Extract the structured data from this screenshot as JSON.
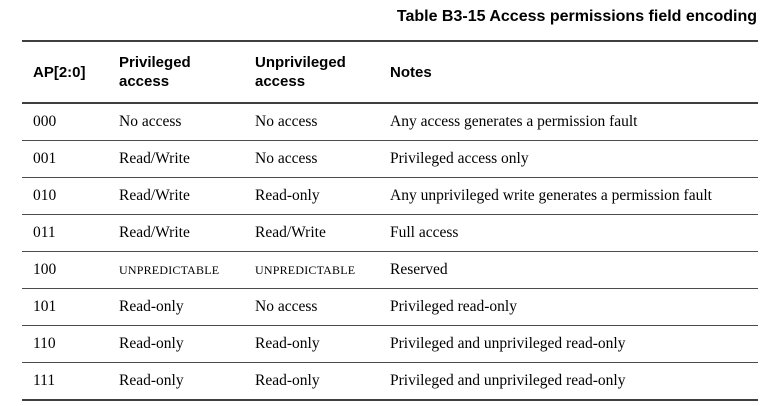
{
  "title": "Table B3-15 Access permissions field encoding",
  "table": {
    "columns": [
      "AP[2:0]",
      "Privileged access",
      "Unprivileged access",
      "Notes"
    ],
    "rows": [
      {
        "ap": "000",
        "privileged": "No access",
        "unprivileged": "No access",
        "notes": "Any access generates a permission fault"
      },
      {
        "ap": "001",
        "privileged": "Read/Write",
        "unprivileged": "No access",
        "notes": "Privileged access only"
      },
      {
        "ap": "010",
        "privileged": "Read/Write",
        "unprivileged": "Read-only",
        "notes": "Any unprivileged write generates a permission fault"
      },
      {
        "ap": "011",
        "privileged": "Read/Write",
        "unprivileged": "Read/Write",
        "notes": "Full access"
      },
      {
        "ap": "100",
        "privileged": "UNPREDICTABLE",
        "unprivileged": "UNPREDICTABLE",
        "notes": "Reserved"
      },
      {
        "ap": "101",
        "privileged": "Read-only",
        "unprivileged": "No access",
        "notes": "Privileged read-only"
      },
      {
        "ap": "110",
        "privileged": "Read-only",
        "unprivileged": "Read-only",
        "notes": "Privileged and unprivileged read-only"
      },
      {
        "ap": "111",
        "privileged": "Read-only",
        "unprivileged": "Read-only",
        "notes": "Privileged and unprivileged read-only"
      }
    ]
  },
  "colors": {
    "background": "#ffffff",
    "text": "#000000",
    "rule_major": "#3f3f3f",
    "rule_row": "#4c4c4c"
  }
}
